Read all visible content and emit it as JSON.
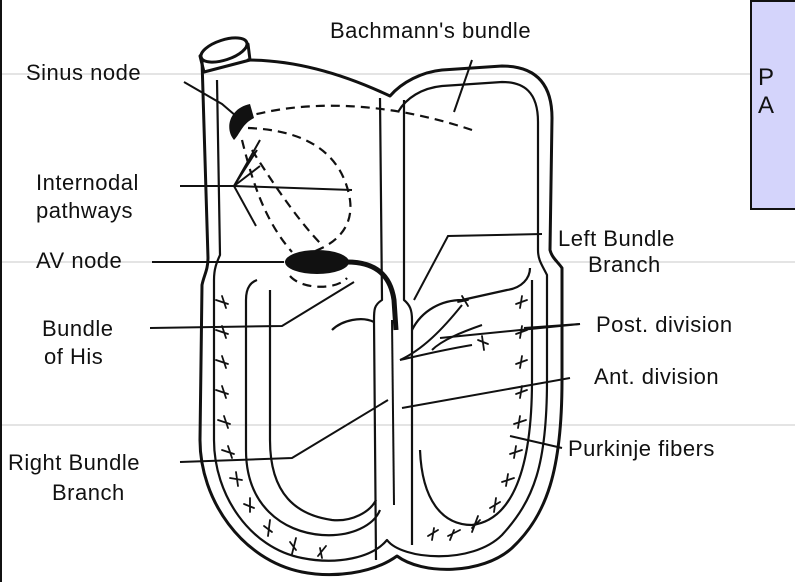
{
  "labels": {
    "bachmann": "Bachmann's bundle",
    "sinus_node": "Sinus node",
    "internodal_1": "Internodal",
    "internodal_2": "pathways",
    "av_node": "AV node",
    "bundle_his_1": "Bundle",
    "bundle_his_2": "of His",
    "right_bundle_1": "Right Bundle",
    "right_bundle_2": "Branch",
    "left_bundle_1": "Left Bundle",
    "left_bundle_2": "Branch",
    "post_division": "Post. division",
    "ant_division": "Ant. division",
    "purkinje": "Purkinje fibers"
  },
  "slide_fragment": {
    "line1": "P",
    "line2": "A"
  }
}
